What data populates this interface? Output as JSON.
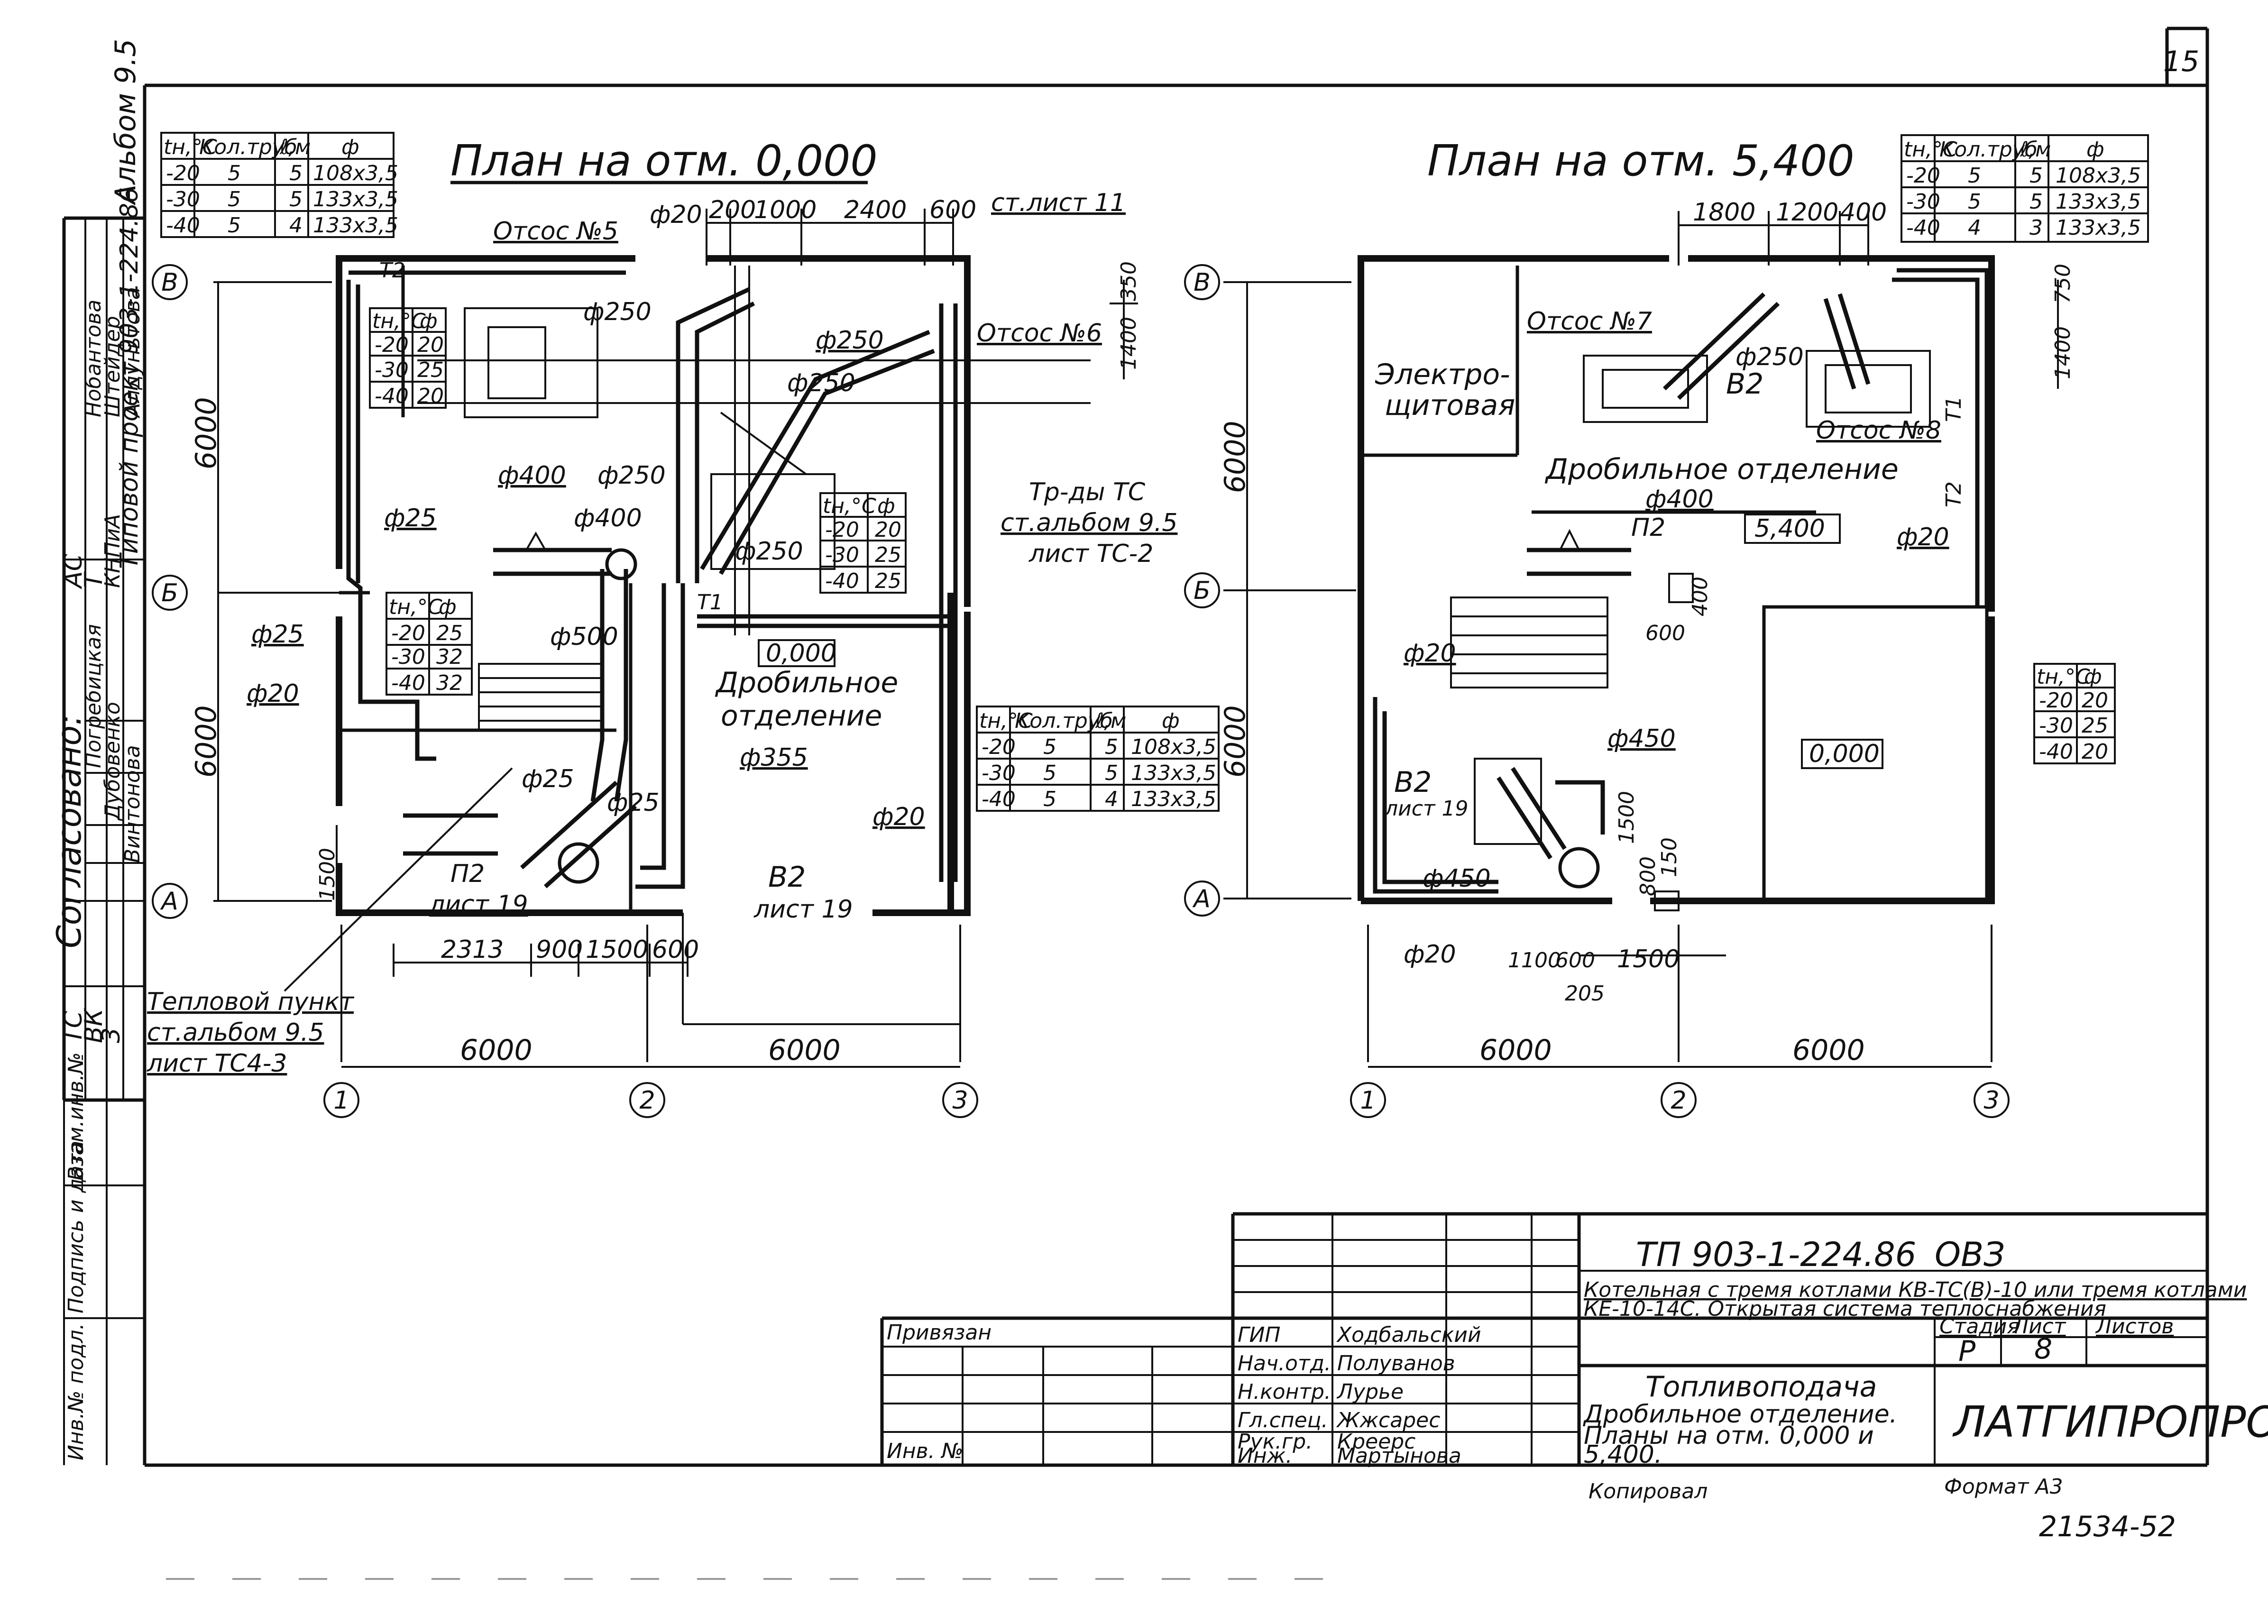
{
  "sheet_number": "15",
  "plan_left": {
    "title": "План на отм. 0,000",
    "labels": {
      "otsos5": "Отсос №5",
      "otsos6": "Отсос №6",
      "st_list": "ст.лист 11",
      "tr_dy_1": "Тр-ды ТС",
      "tr_dy_2": "ст.альбом 9.5",
      "tr_dy_3": "лист ТС-2",
      "room": "Дробильное",
      "room2": "отделение",
      "level": "0,000",
      "p2": "П2",
      "p2_sheet": "лист 19",
      "b2": "В2",
      "b2_sheet": "лист 19",
      "tp1": "Тепловой пункт",
      "tp2": "ст.альбом 9.5",
      "tp3": "лист ТС4-3",
      "t1": "Т1",
      "t2": "Т2"
    },
    "diameters": [
      "ф20",
      "ф250",
      "ф250",
      "ф250",
      "ф400",
      "ф250",
      "ф25",
      "ф400",
      "ф250",
      "ф500",
      "ф25",
      "ф20",
      "ф25",
      "ф25",
      "ф355",
      "ф20"
    ],
    "dims_top": [
      "200",
      "1000",
      "2400",
      "600"
    ],
    "dims_right": [
      "350",
      "1400"
    ],
    "dims_vert": [
      "6000",
      "6000",
      "1500"
    ],
    "dims_bottom": [
      "2313",
      "900",
      "1500",
      "600"
    ],
    "dims_axes": [
      "6000",
      "6000"
    ],
    "axes_rows": [
      "В",
      "Б",
      "А"
    ],
    "axes_cols": [
      "1",
      "2",
      "3"
    ]
  },
  "plan_right": {
    "title": "План на отм. 5,400",
    "labels": {
      "electro1": "Электро-",
      "electro2": "щитовая",
      "otsos7": "Отсос №7",
      "otsos8": "Отсос №8",
      "b2": "В2",
      "room": "Дробильное отделение",
      "p2": "П2",
      "level1": "5,400",
      "level2": "0,000",
      "b2b": "В2",
      "b2b_sheet": "лист 19",
      "t1": "Т1",
      "t2": "Т2"
    },
    "diameters": [
      "ф250",
      "ф400",
      "ф20",
      "ф20",
      "ф450",
      "ф450",
      "ф20"
    ],
    "dims_top": [
      "1800",
      "1200",
      "400"
    ],
    "dims_right": [
      "750",
      "1400"
    ],
    "dims_vert": [
      "6000",
      "6000"
    ],
    "dims_misc": [
      "400",
      "600",
      "1500",
      "150",
      "800"
    ],
    "dims_bottom": [
      "1100",
      "600",
      "1500",
      "205"
    ],
    "dims_axes": [
      "6000",
      "6000"
    ],
    "axes_rows": [
      "В",
      "Б",
      "А"
    ],
    "axes_cols": [
      "1",
      "2",
      "3"
    ]
  },
  "tables": {
    "heat_header": [
      "tн,°C",
      "Кол.труб",
      "ℓ,м",
      "ф"
    ],
    "heat_rows": [
      [
        "-20",
        "5",
        "5",
        "108х3,5"
      ],
      [
        "-30",
        "5",
        "5",
        "133х3,5"
      ],
      [
        "-40",
        "5",
        "4",
        "133х3,5"
      ]
    ],
    "heat_rows_right": [
      [
        "-20",
        "5",
        "5",
        "108х3,5"
      ],
      [
        "-30",
        "5",
        "5",
        "133х3,5"
      ],
      [
        "-40",
        "4",
        "3",
        "133х3,5"
      ]
    ],
    "small_header": [
      "tн,°C",
      "ф"
    ],
    "small_a": [
      [
        "-20",
        "20"
      ],
      [
        "-30",
        "25"
      ],
      [
        "-40",
        "20"
      ]
    ],
    "small_b": [
      [
        "-20",
        "25"
      ],
      [
        "-30",
        "32"
      ],
      [
        "-40",
        "32"
      ]
    ],
    "small_c": [
      [
        "-20",
        "20"
      ],
      [
        "-30",
        "25"
      ],
      [
        "-40",
        "25"
      ]
    ],
    "small_d": [
      [
        "-20",
        "20"
      ],
      [
        "-30",
        "25"
      ],
      [
        "-40",
        "20"
      ]
    ]
  },
  "side_stamp": {
    "album": "Альбом 9.5",
    "project": "Типовой проект 903-1-224.86",
    "ac": "АС",
    "t": "Т",
    "ts": "ТС",
    "vk": "ВК",
    "three": "3",
    "agreed": "Согласовано:",
    "rows": [
      [
        "Нобантова",
        ""
      ],
      [
        "Штейдер",
        ""
      ],
      [
        "Алдуньтова",
        ""
      ],
      [
        "Погребицкая",
        ""
      ],
      [
        "Дубовенко",
        ""
      ],
      [
        "Винтонова",
        ""
      ]
    ],
    "kniia": "КНПиА",
    "vertical": [
      "Инв.№ подл.",
      "Подпись и дата",
      "Взам.инв.№"
    ]
  },
  "title_block": {
    "code": "ТП 903-1-224.86",
    "section": "ОВЗ",
    "desc1": "Котельная с тремя котлами КВ-ТС(В)-10 или тремя котлами",
    "desc2": "КЕ-10-14С. Открытая система теплоснабжения",
    "subject": "Топливоподача",
    "drawing1": "Дробильное отделение.",
    "drawing2": "Планы на отм. 0,000 и",
    "drawing3": "5,400.",
    "stage_h": "Стадия",
    "sheet_h": "Лист",
    "sheets_h": "Листов",
    "stage": "Р",
    "sheet": "8",
    "org": "ЛАТГИПРОПРОМ",
    "privyazan": "Привязан",
    "inv": "Инв. №",
    "roles": [
      [
        "ГИП",
        "Ходбальский"
      ],
      [
        "Нач.отд.",
        "Полуванов"
      ],
      [
        "Н.контр.",
        "Лурье"
      ],
      [
        "Гл.спец.",
        "Жжсарес"
      ],
      [
        "Рук.гр.",
        "Креерс"
      ],
      [
        "Инж.",
        "Мартынова"
      ]
    ],
    "copied": "Копировал",
    "format": "Формат А3",
    "number": "21534-52"
  }
}
